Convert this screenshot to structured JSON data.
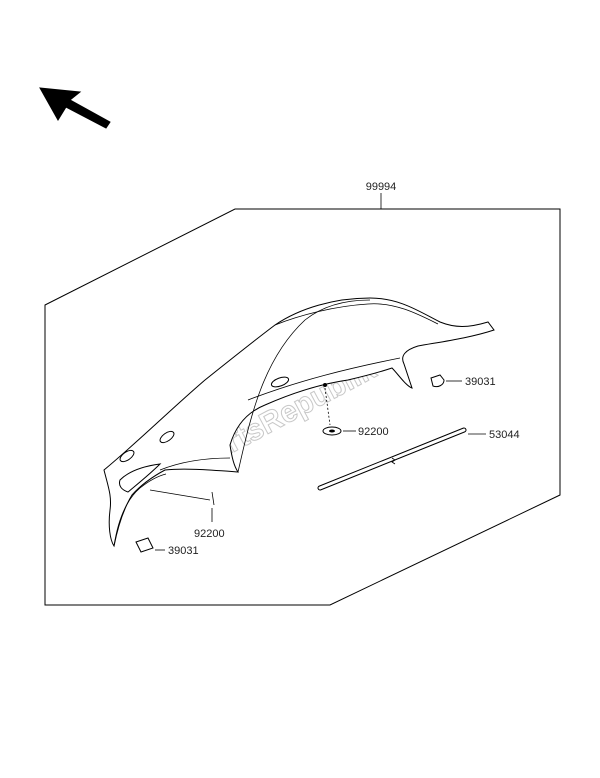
{
  "watermark": "PartsRepublik",
  "icons": {
    "direction_arrow": "front-direction-arrow-icon",
    "watermark_gear": "gear-icon"
  },
  "labels": {
    "kit": "99994",
    "grommet_lower": "92200",
    "pin_lower": "92200",
    "clip_right": "39031",
    "clip_left": "39031",
    "rod": "53044"
  }
}
